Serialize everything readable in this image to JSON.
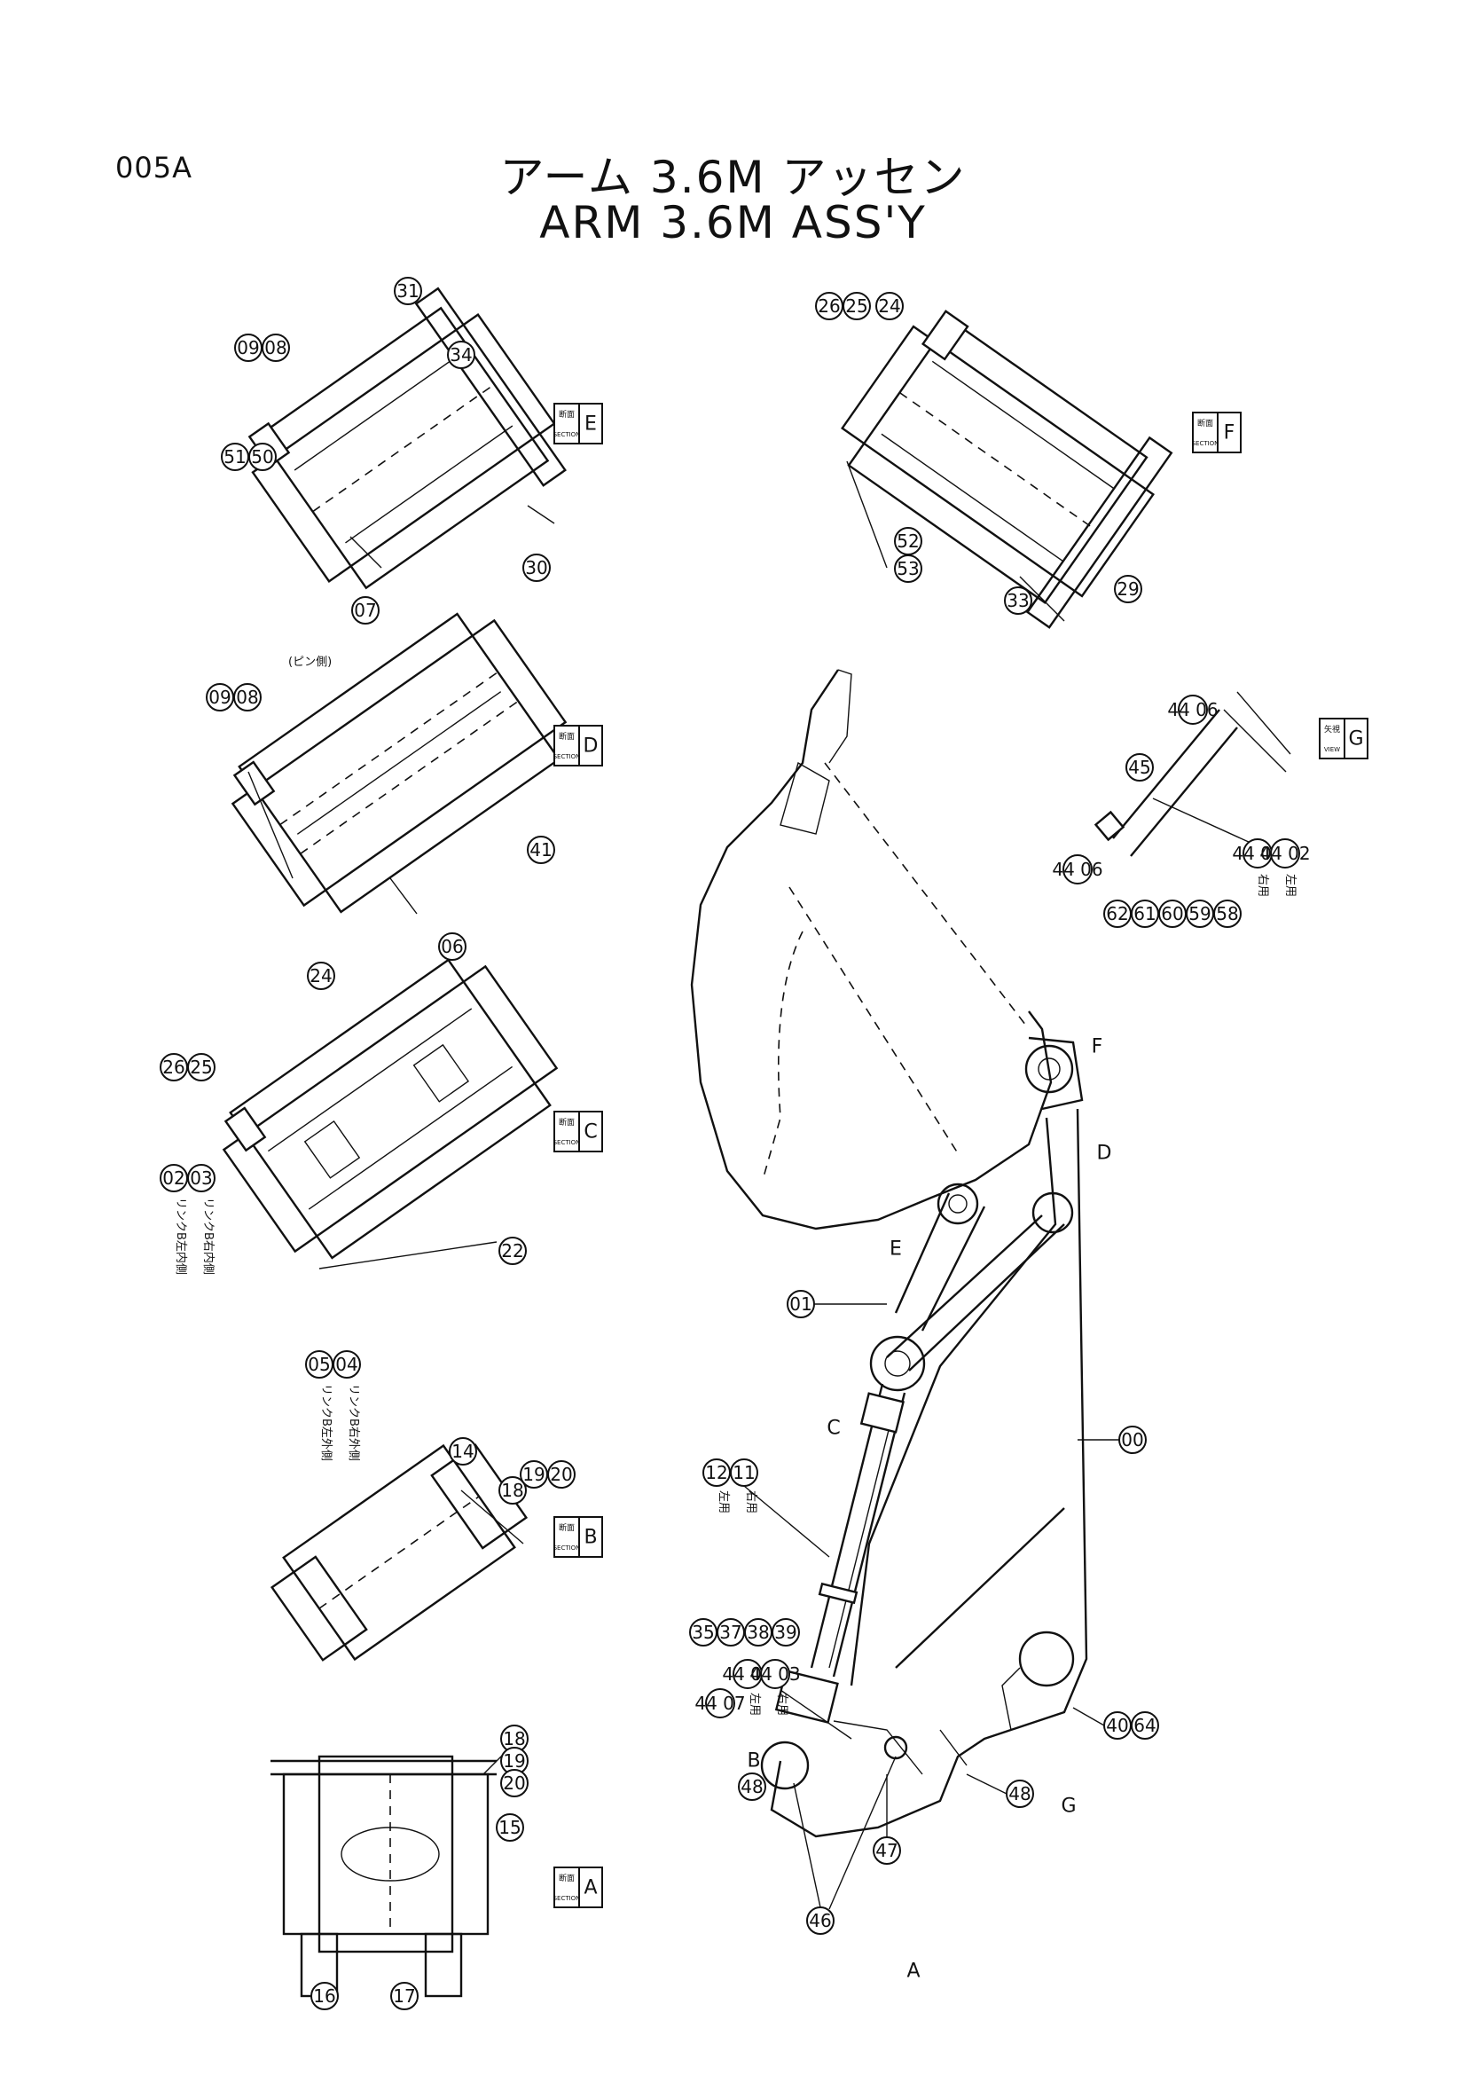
{
  "page_code": "005A",
  "title_jp": "アーム 3.6M アッセン",
  "title_en": "ARM 3.6M ASS'Y",
  "section_label_jp": "断面",
  "section_label_en": "SECTION",
  "view_label_jp": "矢視",
  "view_label_en": "VIEW",
  "views": {
    "A": "A",
    "B": "B",
    "C": "C",
    "D": "D",
    "E": "E",
    "F": "F",
    "G": "G"
  },
  "notes": {
    "pin_side": "(ピン側)",
    "link_b_left_inner": "リンクB左内側",
    "link_b_right_inner": "リンクB右内側",
    "link_b_left_outer": "リンクB左外側",
    "link_b_right_outer": "リンクB右外側",
    "left_use": "左用",
    "right_use": "右用"
  },
  "callouts": {
    "c00": "00",
    "c01": "01",
    "c02": "02",
    "c03": "03",
    "c04": "04",
    "c05": "05",
    "c06": "06",
    "c07": "07",
    "c08": "08",
    "c09": "09",
    "c11": "11",
    "c12": "12",
    "c14": "14",
    "c15": "15",
    "c16": "16",
    "c17": "17",
    "c18": "18",
    "c19": "19",
    "c20": "20",
    "c22": "22",
    "c24": "24",
    "c25": "25",
    "c26": "26",
    "c29": "29",
    "c30": "30",
    "c31": "31",
    "c33": "33",
    "c34": "34",
    "c35": "35",
    "c37": "37",
    "c38": "38",
    "c39": "39",
    "c40": "40",
    "c41": "41",
    "c45": "45",
    "c46": "46",
    "c47": "47",
    "c48": "48",
    "c50": "50",
    "c51": "51",
    "c52": "52",
    "c53": "53",
    "c58": "58",
    "c59": "59",
    "c60": "60",
    "c61": "61",
    "c62": "62",
    "c64": "64",
    "sub4401": "44 01",
    "sub4402": "44 02",
    "sub4403": "44 03",
    "sub4404": "44 04",
    "sub4406": "44 06",
    "sub4407": "44 07"
  }
}
